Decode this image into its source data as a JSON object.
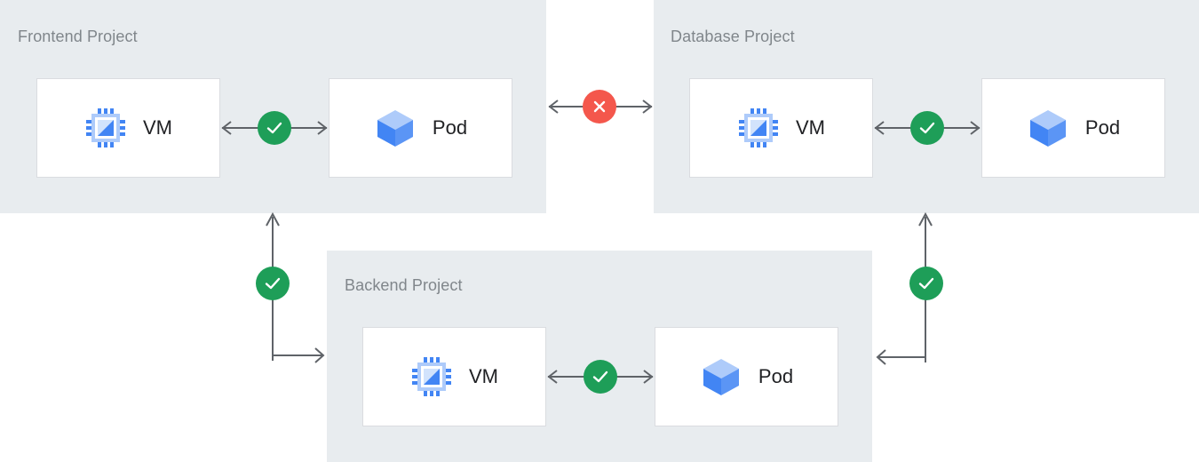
{
  "diagram": {
    "title_semantic": "cross-project-vm-pod-connectivity",
    "colors": {
      "panel_bg": "#e8ecef",
      "card_bg": "#ffffff",
      "card_border": "#dadce0",
      "panel_title_text": "#80868b",
      "card_label_text": "#202124",
      "connector_line": "#5f6368",
      "status_ok": "#1e9e58",
      "status_blocked": "#f4574c",
      "icon_blue_dark": "#4285f4",
      "icon_blue_mid": "#5b95f5",
      "icon_blue_light": "#aecbfa",
      "icon_blue_pale": "#d2e3fc"
    }
  },
  "panels": [
    {
      "id": "frontend",
      "title": "Frontend Project",
      "nodes": [
        {
          "id": "frontend-vm",
          "label": "VM",
          "icon": "vm-chip-icon"
        },
        {
          "id": "frontend-pod",
          "label": "Pod",
          "icon": "pod-cube-icon"
        }
      ],
      "internal_link": {
        "status": "allowed",
        "icon": "check-circle-icon",
        "direction": "bidirectional"
      }
    },
    {
      "id": "backend",
      "title": "Backend Project",
      "nodes": [
        {
          "id": "backend-vm",
          "label": "VM",
          "icon": "vm-chip-icon"
        },
        {
          "id": "backend-pod",
          "label": "Pod",
          "icon": "pod-cube-icon"
        }
      ],
      "internal_link": {
        "status": "allowed",
        "icon": "check-circle-icon",
        "direction": "bidirectional"
      }
    },
    {
      "id": "database",
      "title": "Database Project",
      "nodes": [
        {
          "id": "database-vm",
          "label": "VM",
          "icon": "vm-chip-icon"
        },
        {
          "id": "database-pod",
          "label": "Pod",
          "icon": "pod-cube-icon"
        }
      ],
      "internal_link": {
        "status": "allowed",
        "icon": "check-circle-icon",
        "direction": "bidirectional"
      }
    }
  ],
  "cross_links": [
    {
      "id": "frontend-to-database",
      "from": "frontend",
      "to": "database",
      "status": "blocked",
      "icon": "x-circle-icon",
      "direction": "bidirectional"
    },
    {
      "id": "frontend-to-backend",
      "from": "frontend",
      "to": "backend",
      "status": "allowed",
      "icon": "check-circle-icon",
      "direction": "bidirectional"
    },
    {
      "id": "database-to-backend",
      "from": "database",
      "to": "backend",
      "status": "allowed",
      "icon": "check-circle-icon",
      "direction": "bidirectional"
    }
  ]
}
